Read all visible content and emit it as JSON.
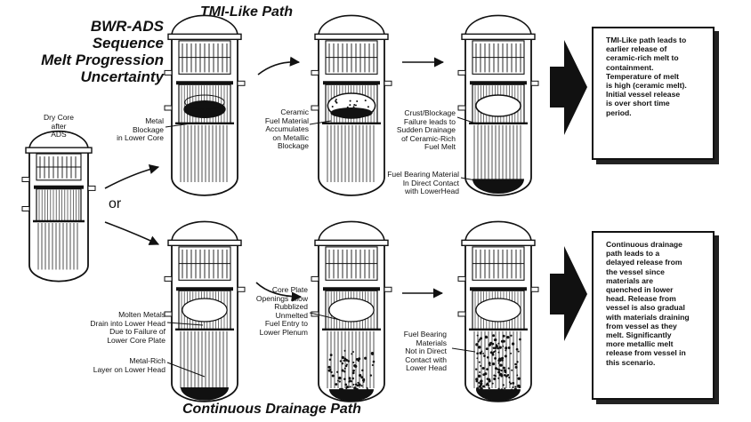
{
  "title": {
    "line1": "BWR-ADS",
    "line2": "Sequence",
    "line3": "Melt Progression",
    "line4": "Uncertainty"
  },
  "paths": {
    "top": "TMI-Like Path",
    "bottom": "Continuous Drainage Path"
  },
  "or_label": "or",
  "labels": {
    "initial": [
      "Dry Core",
      "after",
      "ADS"
    ],
    "metal_blockage": [
      "Metal",
      "Blockage",
      "in Lower Core"
    ],
    "ceramic": [
      "Ceramic",
      "Fuel Material",
      "Accumulates",
      "on Metallic",
      "Blockage"
    ],
    "crust": [
      "Crust/Blockage",
      "Failure leads to",
      "Sudden Drainage",
      "of Ceramic-Rich",
      "Fuel Melt"
    ],
    "fuel_contact": [
      "Fuel Bearing Material",
      "In Direct Contact",
      "with LowerHead"
    ],
    "molten": [
      "Molten Metals",
      "Drain into Lower Head",
      "Due to Failure of",
      "Lower Core Plate"
    ],
    "metal_rich": [
      "Metal-Rich",
      "Layer on Lower Head"
    ],
    "core_plate": [
      "Core Plate",
      "Openings allow",
      "Rubblized",
      "Unmelted",
      "Fuel Entry to",
      "Lower Plenum"
    ],
    "fuel_not_contact": [
      "Fuel Bearing",
      "Materials",
      "Not in Direct",
      "Contact with",
      "Lower Head"
    ]
  },
  "boxes": {
    "top": [
      "TMI-Like path leads to",
      "earlier release of",
      "ceramic-rich melt to",
      "containment.",
      "Temperature of melt",
      "is high (ceramic melt).",
      "Initial vessel release",
      "is over short time",
      "period."
    ],
    "bottom": [
      "Continuous drainage",
      "path leads to a",
      "delayed release from",
      "the vessel since",
      "materials are",
      "quenched in lower",
      "head.  Release from",
      "vessel is also gradual",
      "with materials draining",
      "from vessel as they",
      "melt.  Significantly",
      "more metallic melt",
      "release from vessel in",
      "this scenario."
    ]
  }
}
